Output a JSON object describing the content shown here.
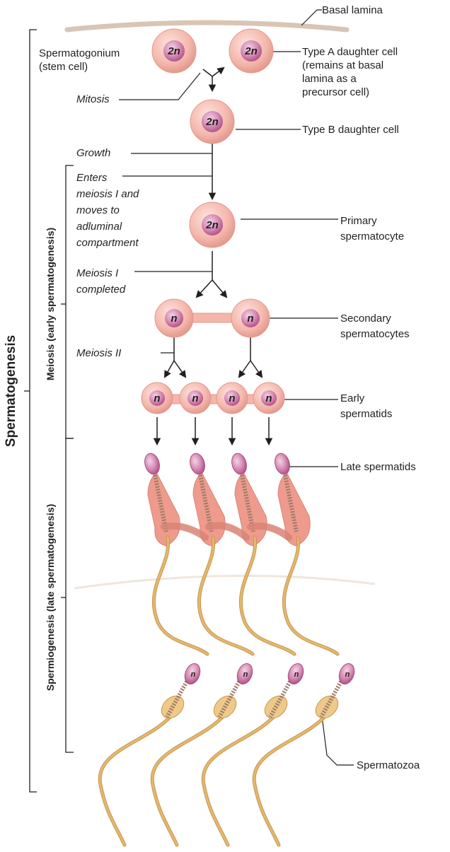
{
  "labels": {
    "basal_lamina": "Basal lamina",
    "spermatogonium": "Spermatogonium\n(stem cell)",
    "type_a": "Type A daughter cell\n(remains at basal\nlamina as a\nprecursor cell)",
    "mitosis": "Mitosis",
    "type_b": "Type B daughter cell",
    "growth": "Growth",
    "enters_meiosis": "Enters\nmeiosis I and\nmoves to\nadluminal\ncompartment",
    "primary": "Primary\nspermatocyte",
    "meiosis1": "Meiosis I\ncompleted",
    "secondary": "Secondary\nspermatocytes",
    "meiosis2": "Meiosis II",
    "early": "Early\nspermatids",
    "late": "Late spermatids",
    "spermatozoa": "Spermatozoa"
  },
  "brackets": {
    "spermatogenesis": "Spermatogenesis",
    "meiosis": "Meiosis (early spermatogenesis)",
    "spermiogenesis": "Spermiogenesis (late spermatogenesis)"
  },
  "ploidy": {
    "diploid": "2n",
    "haploid": "n"
  },
  "colors": {
    "cell_fill": "#f4b6ab",
    "cell_edge": "#e39a8e",
    "nucleus": "#c46a9a",
    "nucleus_light": "#e6b3d1",
    "cytoplasm": "#ee9b8e",
    "tail": "#e3b870",
    "tail_edge": "#c8964c",
    "membrane": "#d8c5b6",
    "line": "#231f20"
  }
}
